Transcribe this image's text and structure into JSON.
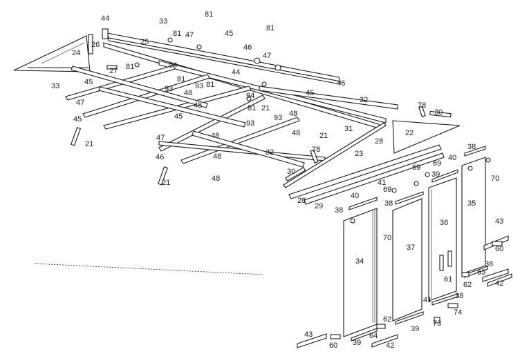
{
  "callouts": [
    {
      "text": "44"
    },
    {
      "text": "33"
    },
    {
      "text": "81"
    },
    {
      "text": "26"
    },
    {
      "text": "24"
    },
    {
      "text": "25"
    },
    {
      "text": "81"
    },
    {
      "text": "47"
    },
    {
      "text": "45"
    },
    {
      "text": "81"
    },
    {
      "text": "47"
    },
    {
      "text": "46"
    },
    {
      "text": "27"
    },
    {
      "text": "81"
    },
    {
      "text": "94"
    },
    {
      "text": "44"
    },
    {
      "text": "33"
    },
    {
      "text": "45"
    },
    {
      "text": "81"
    },
    {
      "text": "93"
    },
    {
      "text": "81"
    },
    {
      "text": "93"
    },
    {
      "text": "48"
    },
    {
      "text": "48"
    },
    {
      "text": "45"
    },
    {
      "text": "46"
    },
    {
      "text": "32"
    },
    {
      "text": "47"
    },
    {
      "text": "94"
    },
    {
      "text": "45"
    },
    {
      "text": "45"
    },
    {
      "text": "81"
    },
    {
      "text": "21"
    },
    {
      "text": "93"
    },
    {
      "text": "48"
    },
    {
      "text": "78"
    },
    {
      "text": "30"
    },
    {
      "text": "48"
    },
    {
      "text": "48"
    },
    {
      "text": "21"
    },
    {
      "text": "31"
    },
    {
      "text": "22"
    },
    {
      "text": "93"
    },
    {
      "text": "21"
    },
    {
      "text": "47"
    },
    {
      "text": "48"
    },
    {
      "text": "28"
    },
    {
      "text": "46"
    },
    {
      "text": "32"
    },
    {
      "text": "23"
    },
    {
      "text": "48"
    },
    {
      "text": "78"
    },
    {
      "text": "38"
    },
    {
      "text": "40"
    },
    {
      "text": "30"
    },
    {
      "text": "69"
    },
    {
      "text": "69"
    },
    {
      "text": "39"
    },
    {
      "text": "70"
    },
    {
      "text": "21"
    },
    {
      "text": "41"
    },
    {
      "text": "69"
    },
    {
      "text": "28"
    },
    {
      "text": "29"
    },
    {
      "text": "40"
    },
    {
      "text": "38"
    },
    {
      "text": "35"
    },
    {
      "text": "38"
    },
    {
      "text": "36"
    },
    {
      "text": "37"
    },
    {
      "text": "70"
    },
    {
      "text": "34"
    },
    {
      "text": "43"
    },
    {
      "text": "60"
    },
    {
      "text": "38"
    },
    {
      "text": "63"
    },
    {
      "text": "61"
    },
    {
      "text": "62"
    },
    {
      "text": "42"
    },
    {
      "text": "41"
    },
    {
      "text": "38"
    },
    {
      "text": "74"
    },
    {
      "text": "62"
    },
    {
      "text": "73"
    },
    {
      "text": "43"
    },
    {
      "text": "64"
    },
    {
      "text": "39"
    },
    {
      "text": "60"
    },
    {
      "text": "39"
    },
    {
      "text": "42"
    }
  ]
}
